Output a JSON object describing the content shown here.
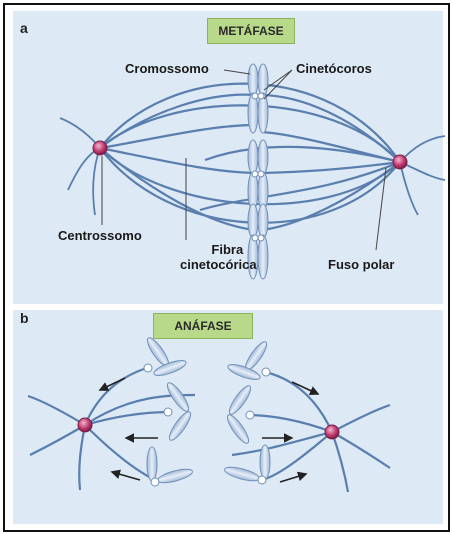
{
  "panel_a": {
    "letter": "a",
    "title": "METÁFASE",
    "labels": {
      "cromossomo": "Cromossomo",
      "cinetocoros": "Cinetócoros",
      "centrossomo": "Centrossomo",
      "fibra_line1": "Fibra",
      "fibra_line2": "cinetocórica",
      "fuso_polar": "Fuso polar"
    }
  },
  "panel_b": {
    "letter": "b",
    "title": "ANÁFASE"
  },
  "colors": {
    "panel_bg": "#dde9f5",
    "spindle": "#5a7fae",
    "chromosome_fill": "#c5d6ea",
    "centrosome": "#c03a6e",
    "title_bg": "#b9d98a"
  }
}
